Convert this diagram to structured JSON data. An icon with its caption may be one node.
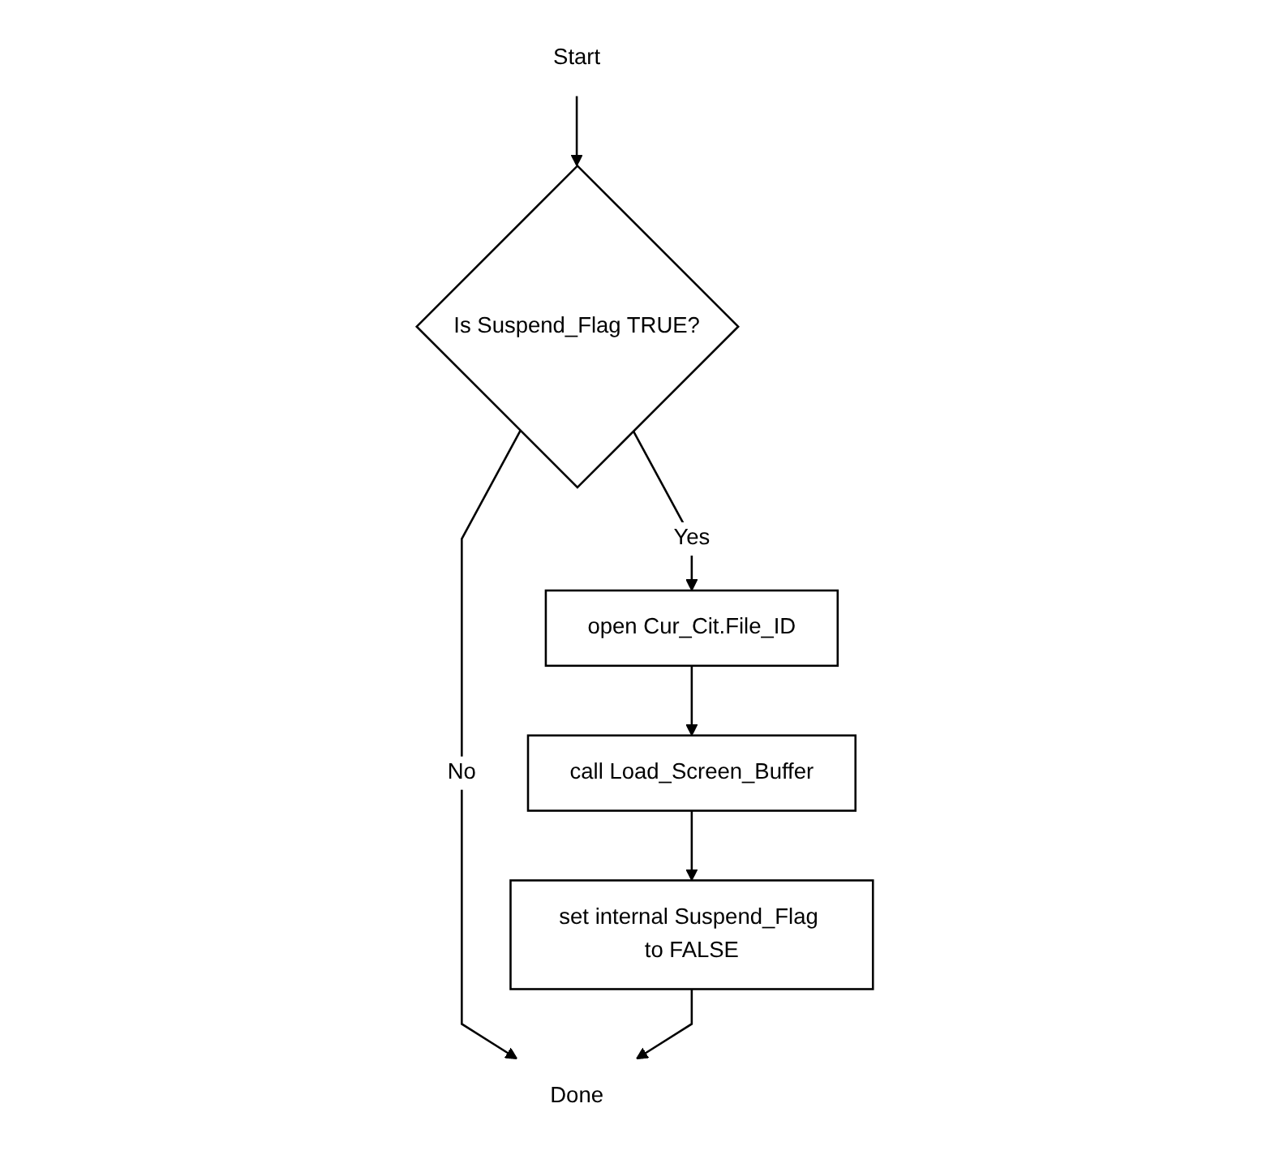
{
  "diagram": {
    "nodes": [
      {
        "text": [
          "Start"
        ]
      },
      {
        "text": [
          "Is Suspend_Flag TRUE?"
        ]
      },
      {
        "text": [
          "open Cur_Cit.File_ID"
        ]
      },
      {
        "text": [
          "call Load_Screen_Buffer"
        ]
      },
      {
        "text": [
          "set internal Suspend_Flag to FALSE"
        ]
      },
      {
        "text": [
          "Done"
        ]
      }
    ],
    "edges": [
      {
        "from": 0,
        "to": 1,
        "arrow": "to"
      },
      {
        "from": 1,
        "to": 2,
        "arrow": "to",
        "label": "Yes"
      },
      {
        "from": 2,
        "to": 3,
        "arrow": "to"
      },
      {
        "from": 3,
        "to": 4,
        "arrow": "to"
      },
      {
        "from": 1,
        "to": 5,
        "arrow": "to",
        "label": "No"
      },
      {
        "from": 4,
        "to": 5,
        "arrow": "to"
      }
    ]
  }
}
